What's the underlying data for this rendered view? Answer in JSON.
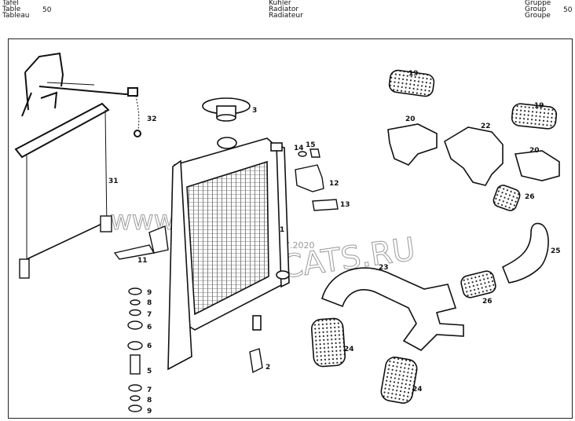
{
  "header": {
    "left": [
      "Tafel",
      "Table",
      "Tableau"
    ],
    "left_number": "50",
    "center": [
      "Kühler",
      "Radiator",
      "Radiateur"
    ],
    "right": [
      "Gruppe",
      "Group",
      "Groupe"
    ],
    "right_number": "50"
  },
  "watermark": {
    "url": "www.",
    "brand": "CATS.RU",
    "date": "7.2020"
  },
  "callouts": [
    "1",
    "2",
    "3",
    "5",
    "6",
    "6",
    "7",
    "7",
    "8",
    "8",
    "9",
    "9",
    "11",
    "12",
    "13",
    "14",
    "15",
    "19",
    "19",
    "20",
    "20",
    "22",
    "23",
    "24",
    "24",
    "25",
    "26",
    "26",
    "31",
    "32"
  ]
}
